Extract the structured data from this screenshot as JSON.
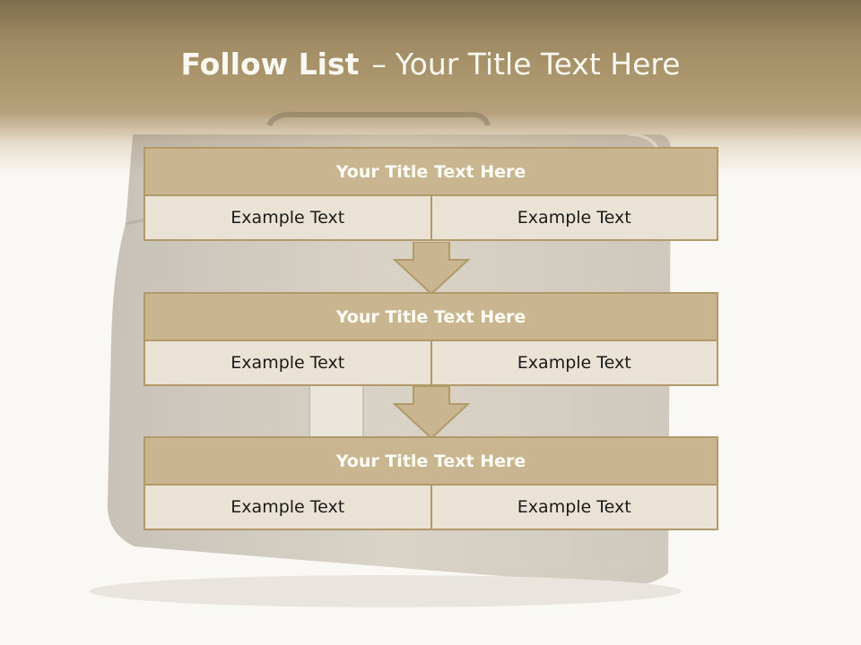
{
  "slide": {
    "title_bold": "Follow List",
    "title_sep": "–",
    "title_rest": "Your Title Text Here"
  },
  "blocks": [
    {
      "title": "Your Title Text Here",
      "left": "Example Text",
      "right": "Example Text"
    },
    {
      "title": "Your Title Text Here",
      "left": "Example Text",
      "right": "Example Text"
    },
    {
      "title": "Your Title Text Here",
      "left": "Example Text",
      "right": "Example Text"
    }
  ],
  "colors": {
    "header": "#b09c72",
    "block_title_fill": "#c9b690",
    "block_cell_fill": "#ebe2d6",
    "border": "#b09a6a",
    "arrow_fill": "#c9b690"
  }
}
